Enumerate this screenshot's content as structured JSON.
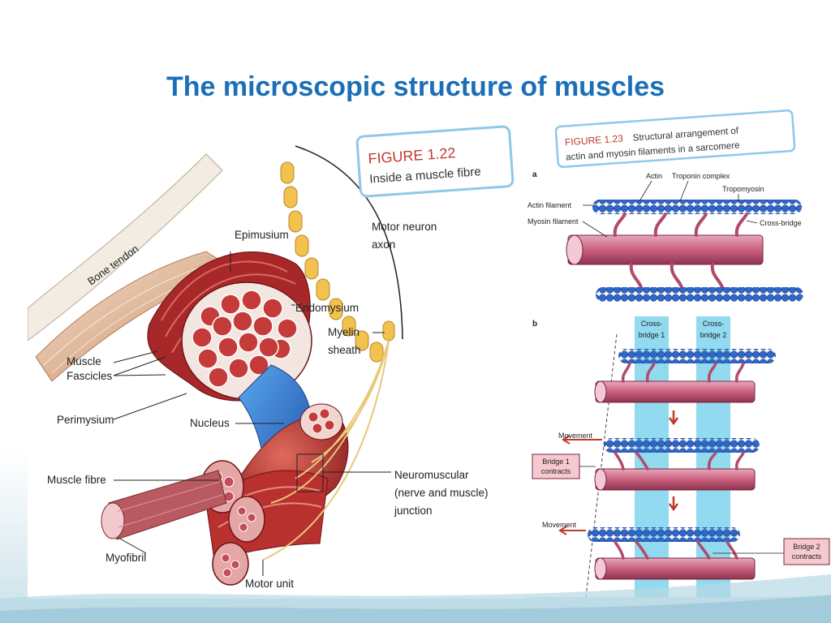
{
  "title": "The microscopic structure of muscles",
  "left_figure": {
    "caption_number": "FIGURE 1.22",
    "caption_title": "Inside a muscle fibre",
    "labels": {
      "bone_tendon": "Bone tendon",
      "epimusium": "Epimusium",
      "endomysium": "Endomysium",
      "muscle": "Muscle",
      "fascicles": "Fascicles",
      "perimysium": "Perimysium",
      "nucleus": "Nucleus",
      "muscle_fibre": "Muscle fibre",
      "myofibril": "Myofibril",
      "motor_unit": "Motor unit",
      "motor_neuron_1": "Motor neuron",
      "motor_neuron_2": "axon",
      "myelin_1": "Myelin",
      "myelin_2": "sheath",
      "nmj_1": "Neuromuscular",
      "nmj_2": "(nerve and muscle)",
      "nmj_3": "junction"
    }
  },
  "right_figure": {
    "caption_number": "FIGURE 1.23",
    "caption_title_1": "Structural arrangement of",
    "caption_title_2": "actin and myosin filaments in a sarcomere",
    "part_a": "a",
    "part_b": "b",
    "labels": {
      "actin": "Actin",
      "troponin_complex": "Troponin complex",
      "tropomyosin": "Tropomyosin",
      "actin_filament": "Actin filament",
      "myosin_filament": "Myosin filament",
      "cross_bridge": "Cross-bridge",
      "cb1_1": "Cross-",
      "cb1_2": "bridge 1",
      "cb2_1": "Cross-",
      "cb2_2": "bridge 2",
      "movement_1": "Movement",
      "movement_2": "Movement",
      "bridge1_1": "Bridge 1",
      "bridge1_2": "contracts",
      "bridge2_1": "Bridge 2",
      "bridge2_2": "contracts"
    }
  },
  "colors": {
    "title": "#1b6fb8",
    "muscle_red": "#b8312f",
    "myelin_yellow": "#f2c14e",
    "actin_blue": "#2f66c9",
    "myosin_pink": "#c9607e",
    "highlight_cyan": "#7fd3ec"
  }
}
